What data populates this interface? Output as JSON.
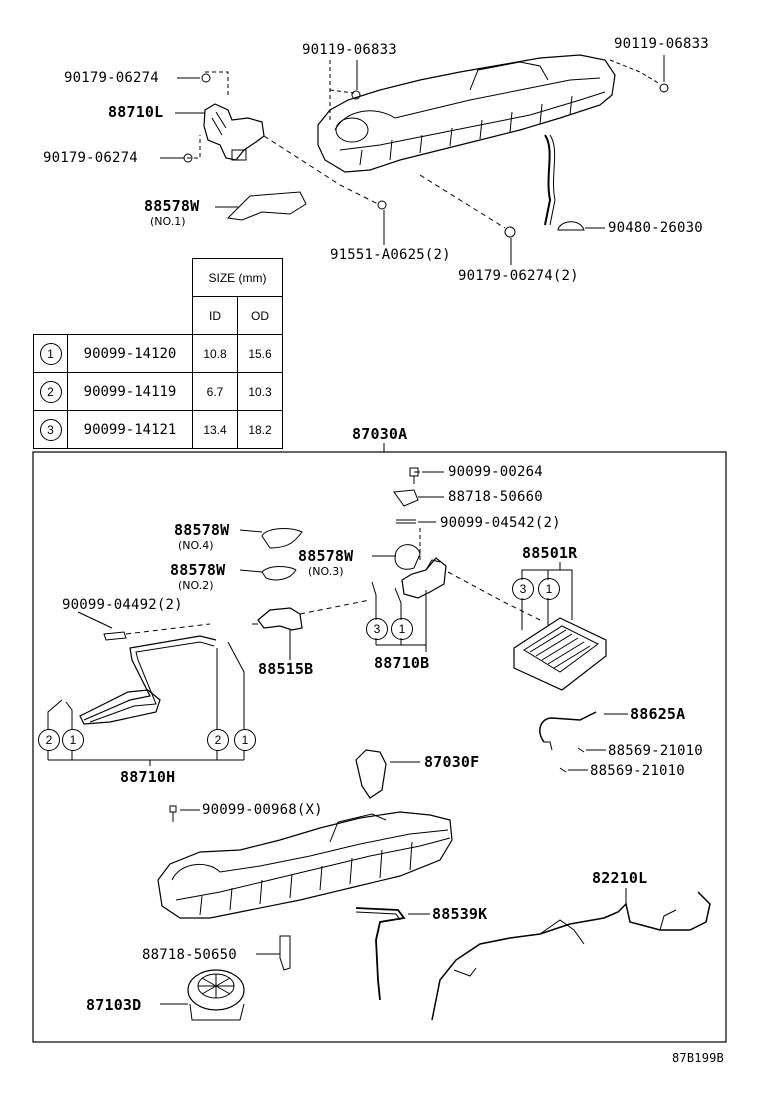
{
  "labels": {
    "p_90119_06833_a": "90119-06833",
    "p_90119_06833_b": "90119-06833",
    "p_90179_06274_a": "90179-06274",
    "p_88710L": "88710L",
    "p_90179_06274_b": "90179-06274",
    "p_88578W_1": "88578W",
    "p_88578W_1_sub": "(NO.1)",
    "p_91551": "91551-A0625(2)",
    "p_90179_06274_c": "90179-06274(2)",
    "p_90480": "90480-26030",
    "p_87030A": "87030A",
    "p_90099_00264": "90099-00264",
    "p_88718_50660": "88718-50660",
    "p_90099_04542": "90099-04542(2)",
    "p_88578W_4": "88578W",
    "p_88578W_4_sub": "(NO.4)",
    "p_88578W_3": "88578W",
    "p_88578W_3_sub": "(NO.3)",
    "p_88501R": "88501R",
    "p_88578W_2": "88578W",
    "p_88578W_2_sub": "(NO.2)",
    "p_90099_04492": "90099-04492(2)",
    "p_88515B": "88515B",
    "p_88710B": "88710B",
    "p_88625A": "88625A",
    "p_88569_a": "88569-21010",
    "p_88569_b": "88569-21010",
    "p_88710H": "88710H",
    "p_87030F": "87030F",
    "p_90099_00968": "90099-00968(X)",
    "p_82210L": "82210L",
    "p_88539K": "88539K",
    "p_88718_50650": "88718-50650",
    "p_87103D": "87103D",
    "diagram_code": "87B199B"
  },
  "size_table": {
    "header": "SIZE (mm)",
    "col_id": "ID",
    "col_od": "OD",
    "rows": [
      {
        "idx": "1",
        "part": "90099-14120",
        "id": "10.8",
        "od": "15.6"
      },
      {
        "idx": "2",
        "part": "90099-14119",
        "id": "6.7",
        "od": "10.3"
      },
      {
        "idx": "3",
        "part": "90099-14121",
        "id": "13.4",
        "od": "18.2"
      }
    ]
  },
  "callouts": {
    "c3_88501R": "3",
    "c1_88501R": "1",
    "c3_88710B": "3",
    "c1_88710B": "1",
    "c2_left": "2",
    "c1_left": "1",
    "c2_right": "2",
    "c1_right": "1"
  }
}
